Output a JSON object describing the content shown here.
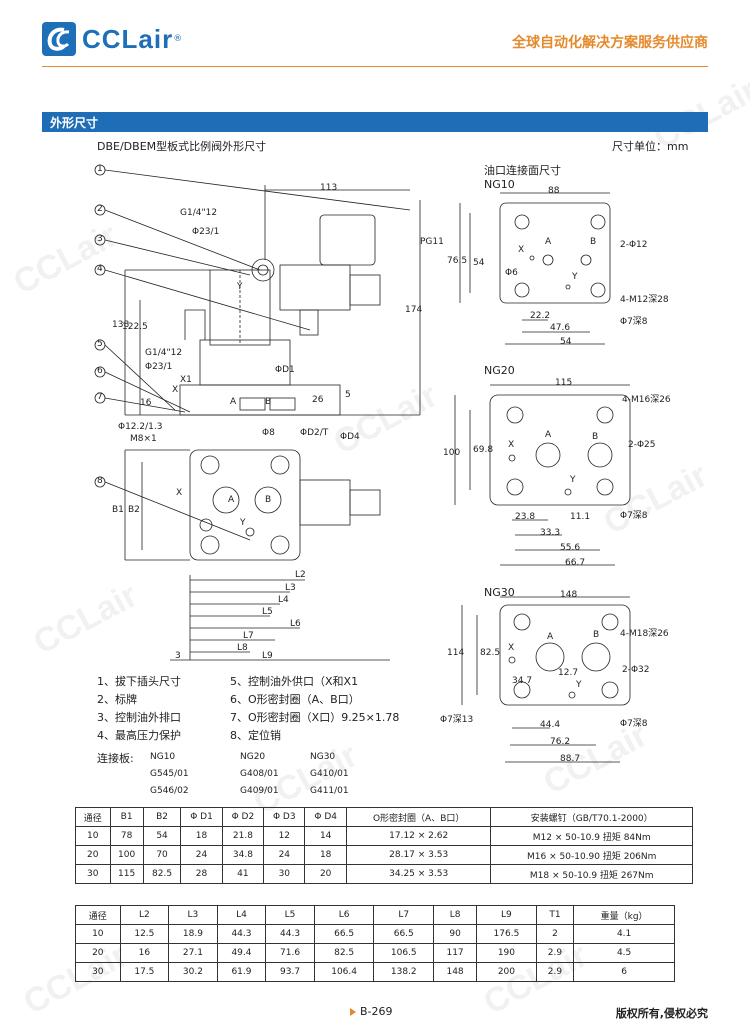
{
  "header": {
    "brand": "CCLair",
    "reg_mark": "®",
    "slogan": "全球自动化解决方案服务供应商"
  },
  "section": {
    "title": "外形尺寸"
  },
  "caption": "DBE/DBEM型板式比例阀外形尺寸",
  "unit": "尺寸单位：mm",
  "ports_title": "油口连接面尺寸",
  "sizes": [
    "NG10",
    "NG20",
    "NG30"
  ],
  "main_labels": {
    "d113": "113",
    "g14": "G1/4\"12",
    "phi23": "Φ23/1",
    "pg11": "PG11",
    "y": "Y",
    "d138": "138",
    "d1225": "122.5",
    "d174": "174",
    "g14b": "G1/4\"12",
    "phi23b": "Φ23/1",
    "x1": "X1",
    "x": "X",
    "d16": "16",
    "d26": "26",
    "d5": "5",
    "a": "A",
    "b": "B",
    "phid1": "ΦD1",
    "phi122": "Φ12.2/1.3",
    "m8": "M8×1",
    "phid": "Φ8",
    "phid2": "ΦD2/T",
    "phid4": "ΦD4"
  },
  "plan_labels": {
    "b1": "B1",
    "b2": "B2",
    "x": "X",
    "a": "A",
    "b": "B",
    "y": "Y",
    "l2": "L2",
    "l3": "L3",
    "l4": "L4",
    "l5": "L5",
    "l6": "L6",
    "l7": "L7",
    "l8": "L8",
    "l9": "L9",
    "d3": "3"
  },
  "ng10": {
    "w": "88",
    "h": "76.5",
    "d54v": "54",
    "x": "X",
    "a": "A",
    "b": "B",
    "y": "Y",
    "phi6": "Φ6",
    "phi12": "2-Φ12",
    "m12": "4-M12深28",
    "phi7": "Φ7深8",
    "d222": "22.2",
    "d476": "47.6",
    "d54": "54"
  },
  "ng20": {
    "w": "115",
    "h": "100",
    "d698": "69.8",
    "x": "X",
    "a": "A",
    "b": "B",
    "y": "Y",
    "m16": "4-M16深26",
    "phi25": "2-Φ25",
    "phi7": "Φ7深8",
    "d238": "23.8",
    "d111": "11.1",
    "d333": "33.3",
    "d556": "55.6",
    "d667": "66.7"
  },
  "ng30": {
    "w": "148",
    "h": "114",
    "d825": "82.5",
    "x": "X",
    "a": "A",
    "b": "B",
    "y": "Y",
    "m18": "4-M18深26",
    "phi32": "2-Φ32",
    "phi7a": "Φ7深13",
    "phi7b": "Φ7深8",
    "d127": "12.7",
    "d347": "34.7",
    "d444": "44.4",
    "d762": "76.2",
    "d889": "88.7"
  },
  "legend": [
    [
      "1、拔下插头尺寸",
      "5、控制油外供口（X和X1"
    ],
    [
      "2、标牌",
      "6、O形密封圈（A、B口）"
    ],
    [
      "3、控制油外排口",
      "7、O形密封圈（X口）9.25×1.78"
    ],
    [
      "4、最高压力保护",
      "8、定位销"
    ]
  ],
  "plates": {
    "label": "连接板:",
    "cols": [
      [
        "NG10",
        "G545/01",
        "G546/02"
      ],
      [
        "NG20",
        "G408/01",
        "G409/01"
      ],
      [
        "NG30",
        "G410/01",
        "G411/01"
      ]
    ]
  },
  "table1": {
    "headers": [
      "通径",
      "B1",
      "B2",
      "Φ D1",
      "Φ D2",
      "Φ D3",
      "Φ D4",
      "O形密封圈（A、B口）",
      "安装螺钉（GB/T70.1-2000）"
    ],
    "rows": [
      [
        "10",
        "78",
        "54",
        "18",
        "21.8",
        "12",
        "14",
        "17.12 × 2.62",
        "M12 × 50-10.9 扭矩 84Nm"
      ],
      [
        "20",
        "100",
        "70",
        "24",
        "34.8",
        "24",
        "18",
        "28.17 × 3.53",
        "M16 × 50-10.90 扭矩 206Nm"
      ],
      [
        "30",
        "115",
        "82.5",
        "28",
        "41",
        "30",
        "20",
        "34.25 × 3.53",
        "M18 × 50-10.9 扭矩 267Nm"
      ]
    ]
  },
  "table2": {
    "headers": [
      "通径",
      "L2",
      "L3",
      "L4",
      "L5",
      "L6",
      "L7",
      "L8",
      "L9",
      "T1",
      "重量（kg）"
    ],
    "rows": [
      [
        "10",
        "12.5",
        "18.9",
        "44.3",
        "44.3",
        "66.5",
        "66.5",
        "90",
        "176.5",
        "2",
        "4.1"
      ],
      [
        "20",
        "16",
        "27.1",
        "49.4",
        "71.6",
        "82.5",
        "106.5",
        "117",
        "190",
        "2.9",
        "4.5"
      ],
      [
        "30",
        "17.5",
        "30.2",
        "61.9",
        "93.7",
        "106.4",
        "138.2",
        "148",
        "200",
        "2.9",
        "6"
      ]
    ]
  },
  "footer": {
    "page": "B-269",
    "copyright": "版权所有,侵权必究"
  },
  "watermark": "CCLair",
  "colors": {
    "brand": "#1d6fb7",
    "accent": "#e58a2c",
    "bar": "#1f6db7"
  }
}
